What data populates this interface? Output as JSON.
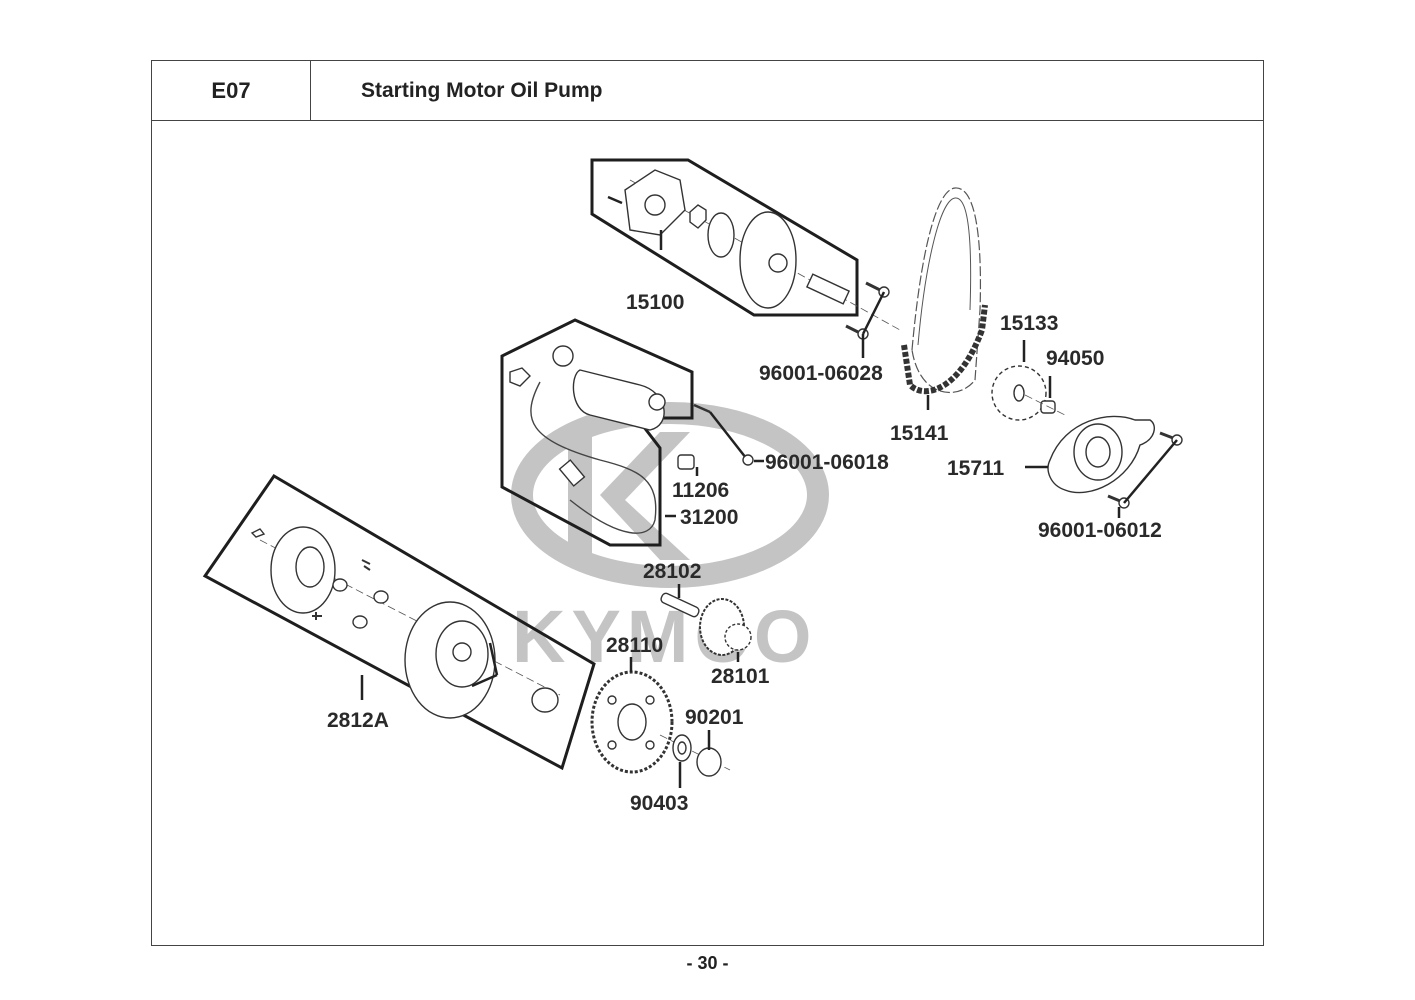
{
  "header": {
    "section_code": "E07",
    "title": "Starting Motor  Oil Pump"
  },
  "watermark": {
    "brand": "KYMCO",
    "color": "#c4c4c4"
  },
  "parts": [
    {
      "id": "15100",
      "label": "15100",
      "description_group": "oil pump assembly"
    },
    {
      "id": "96001-06028",
      "label": "96001-06028"
    },
    {
      "id": "15133",
      "label": "15133"
    },
    {
      "id": "94050",
      "label": "94050"
    },
    {
      "id": "15141",
      "label": "15141"
    },
    {
      "id": "96001-06018",
      "label": "96001-06018"
    },
    {
      "id": "15711",
      "label": "15711"
    },
    {
      "id": "11206",
      "label": "11206"
    },
    {
      "id": "31200",
      "label": "31200"
    },
    {
      "id": "96001-06012",
      "label": "96001-06012"
    },
    {
      "id": "28102",
      "label": "28102"
    },
    {
      "id": "28110",
      "label": "28110"
    },
    {
      "id": "28101",
      "label": "28101"
    },
    {
      "id": "2812A",
      "label": "2812A"
    },
    {
      "id": "90201",
      "label": "90201"
    },
    {
      "id": "90403",
      "label": "90403"
    }
  ],
  "footer": {
    "page_number": "- 30 -"
  }
}
